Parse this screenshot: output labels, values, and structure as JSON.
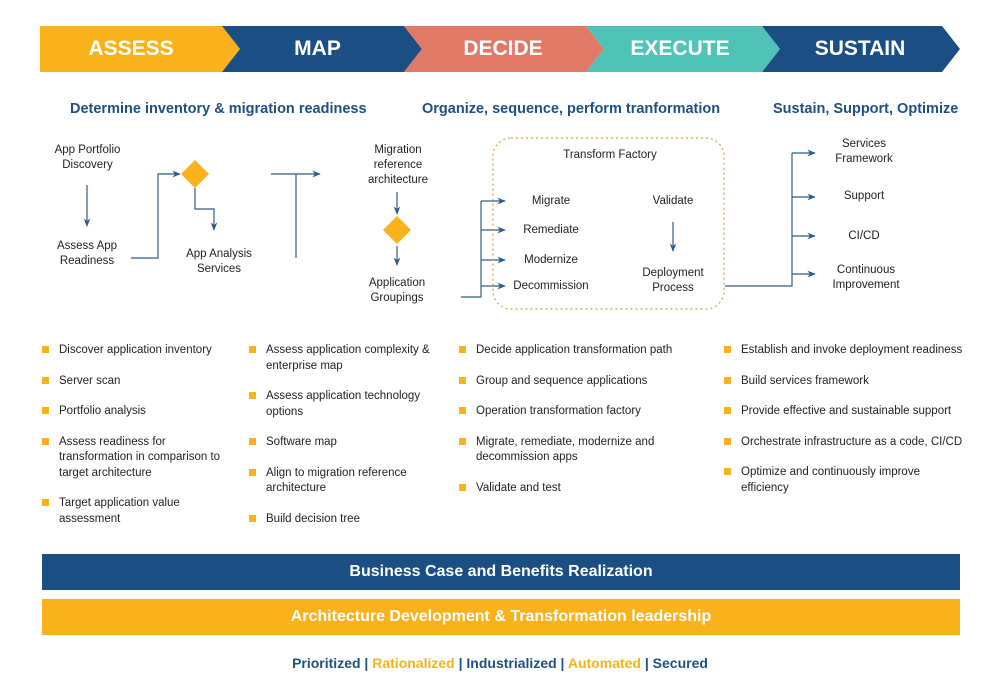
{
  "colors": {
    "assess": "#f9b21b",
    "map": "#1b4f83",
    "decide": "#e07a66",
    "execute": "#4fc4b6",
    "sustain": "#1b4f83",
    "title_blue": "#1f5082",
    "bullet_yellow": "#f9b21b",
    "connector": "#2e5d8a"
  },
  "phases": [
    {
      "label": "ASSESS"
    },
    {
      "label": "MAP"
    },
    {
      "label": "DECIDE"
    },
    {
      "label": "EXECUTE"
    },
    {
      "label": "SUSTAIN"
    }
  ],
  "section_titles": {
    "left": "Determine inventory & migration readiness",
    "middle": "Organize, sequence, perform tranformation",
    "right": "Sustain, Support, Optimize"
  },
  "flow": {
    "app_portfolio_discovery": "App Portfolio Discovery",
    "assess_app_readiness": "Assess App Readiness",
    "app_analysis_services": "App Analysis Services",
    "migration_reference_architecture": "Migration reference architecture",
    "application_groupings": "Application Groupings",
    "transform_factory": {
      "title": "Transform Factory",
      "left_items": [
        "Migrate",
        "Remediate",
        "Modernize",
        "Decommission"
      ],
      "validate": "Validate",
      "deployment_process": "Deployment Process"
    },
    "sustain_items": [
      "Services Framework",
      "Support",
      "CI/CD",
      "Continuous Improvement"
    ]
  },
  "bullet_columns": [
    [
      "Discover application inventory",
      "Server scan",
      "Portfolio analysis",
      "Assess readiness for transformation in comparison to target architecture",
      "Target application value assessment"
    ],
    [
      "Assess application complexity & enterprise map",
      "Assess application technology options",
      "Software map",
      "Align to migration reference architecture",
      "Build decision tree"
    ],
    [
      "Decide application transformation path",
      "Group and sequence applications",
      "Operation transformation factory",
      "Migrate, remediate, modernize and decommission apps",
      "Validate and test"
    ],
    [
      "Establish and invoke deployment readiness",
      "Build services framework",
      "Provide effective and sustainable support",
      "Orchestrate infrastructure as a code, CI/CD",
      "Optimize and continuously improve efficiency"
    ]
  ],
  "banners": {
    "business_case": "Business Case and Benefits Realization",
    "architecture": "Architecture Development & Transformation leadership"
  },
  "tagline": [
    {
      "text": "Prioritized",
      "tone": "blue"
    },
    {
      "text": " | ",
      "tone": "blue"
    },
    {
      "text": "Rationalized",
      "tone": "yellow"
    },
    {
      "text": " | ",
      "tone": "blue"
    },
    {
      "text": "Industrialized",
      "tone": "blue"
    },
    {
      "text": " | ",
      "tone": "blue"
    },
    {
      "text": "Automated",
      "tone": "yellow"
    },
    {
      "text": " | ",
      "tone": "blue"
    },
    {
      "text": "Secured",
      "tone": "blue"
    }
  ]
}
